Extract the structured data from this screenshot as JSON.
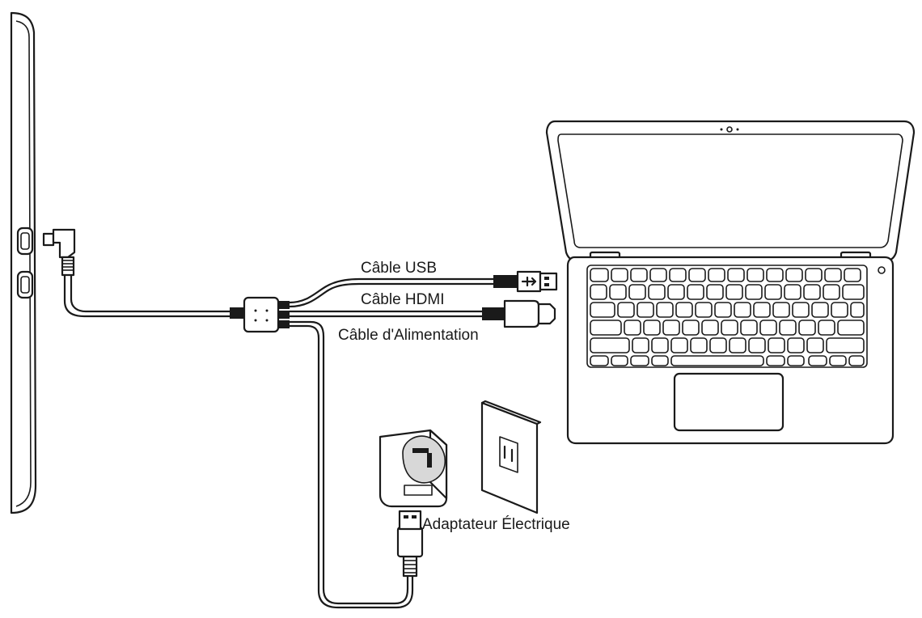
{
  "labels": {
    "usb_cable": "Câble USB",
    "hdmi_cable": "Câble HDMI",
    "power_cable": "Câble d'Alimentation",
    "power_adapter": "Adaptateur Électrique"
  },
  "colors": {
    "line": "#1a1a1a",
    "background": "#ffffff",
    "connector_grip": "#1a1a1a"
  }
}
